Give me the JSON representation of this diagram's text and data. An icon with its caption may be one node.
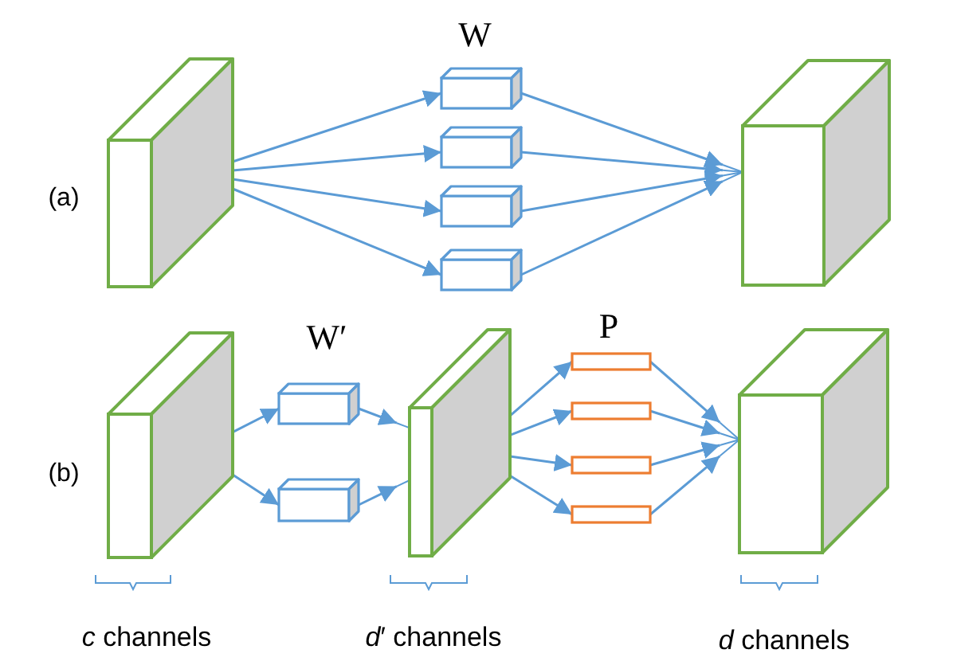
{
  "diagram": {
    "nodes": [
      {
        "text": [],
        "shape": "box"
      },
      {
        "text": [],
        "shape": "box"
      },
      {
        "text": [],
        "shape": "box"
      },
      {
        "text": [],
        "shape": "box"
      },
      {
        "text": [],
        "shape": "box"
      },
      {
        "text": [],
        "shape": "box"
      },
      {
        "text": [],
        "shape": "box"
      },
      {
        "text": [],
        "shape": "box"
      },
      {
        "text": [],
        "shape": "box"
      },
      {
        "text": [],
        "shape": "box"
      },
      {
        "text": [],
        "shape": "bar"
      },
      {
        "text": [],
        "shape": "bar"
      },
      {
        "text": [],
        "shape": "bar"
      },
      {
        "text": [],
        "shape": "bar"
      },
      {
        "text": [],
        "shape": "box"
      }
    ],
    "edges": [
      {
        "from": 0,
        "to": 1,
        "arrow": "to"
      },
      {
        "from": 0,
        "to": 2,
        "arrow": "to"
      },
      {
        "from": 0,
        "to": 3,
        "arrow": "to"
      },
      {
        "from": 0,
        "to": 4,
        "arrow": "to"
      },
      {
        "from": 1,
        "to": 5,
        "arrow": "to"
      },
      {
        "from": 2,
        "to": 5,
        "arrow": "to"
      },
      {
        "from": 3,
        "to": 5,
        "arrow": "to"
      },
      {
        "from": 4,
        "to": 5,
        "arrow": "to"
      },
      {
        "from": 6,
        "to": 7,
        "arrow": "to"
      },
      {
        "from": 6,
        "to": 8,
        "arrow": "to"
      },
      {
        "from": 7,
        "to": 9,
        "arrow": "to"
      },
      {
        "from": 8,
        "to": 9,
        "arrow": "to"
      },
      {
        "from": 9,
        "to": 10,
        "arrow": "to"
      },
      {
        "from": 9,
        "to": 11,
        "arrow": "to"
      },
      {
        "from": 9,
        "to": 12,
        "arrow": "to"
      },
      {
        "from": 9,
        "to": 13,
        "arrow": "to"
      },
      {
        "from": 10,
        "to": 14,
        "arrow": "to"
      },
      {
        "from": 11,
        "to": 14,
        "arrow": "to"
      },
      {
        "from": 12,
        "to": 14,
        "arrow": "to"
      },
      {
        "from": 13,
        "to": 14,
        "arrow": "to"
      }
    ],
    "labels": [
      "W",
      "(a)",
      "W′",
      "P",
      "(b)",
      "*c* channels",
      "*d*′ channels",
      "*d* channels"
    ]
  }
}
